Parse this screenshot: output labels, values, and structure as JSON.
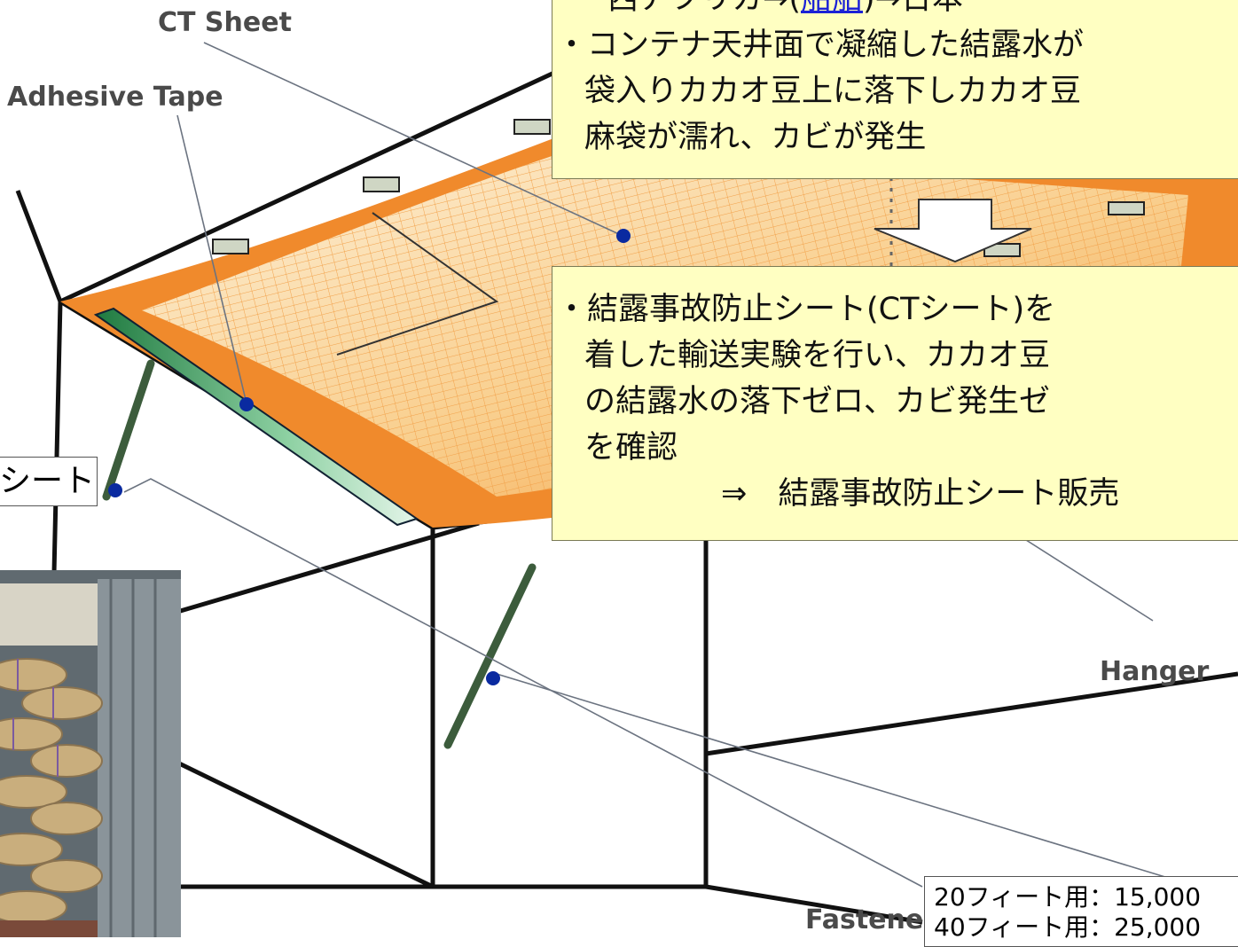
{
  "labels": {
    "ct_sheet": "CT Sheet",
    "adhesive_tape": "Adhesive Tape",
    "hanger": "Hanger",
    "fastener": "Fastener"
  },
  "note_top": {
    "route_prefix": "西アフリカ→(",
    "route_ship": "船舶",
    "route_suffix": ")→日本",
    "bullet": "コンテナ天井面で凝縮した結露水が",
    "line2": "袋入りカカオ豆上に落下しカカオ豆",
    "line3": "麻袋が濡れ、カビが発生"
  },
  "note_bottom": {
    "bullet": "結露事故防止シート(CTシート)を",
    "line2": "着した輸送実験を行い、カカオ豆",
    "line3": "の結露水の落下ゼロ、カビ発生ゼ",
    "line4": "を確認",
    "line5": "⇒　結露事故防止シート販売"
  },
  "sheet_tag": "シート",
  "price": {
    "line1": "20フィート用：15,000",
    "line2": "40フィート用：25,000"
  },
  "colors": {
    "sheet_orange": "#f08a2c",
    "sheet_light": "#fbe7c4",
    "tape_green": "#2f8a4c",
    "note_bg": "#ffffc2",
    "marker_blue": "#0a2aa0",
    "highlight_red": "#e2272b"
  },
  "icons": {
    "down_arrow": "down-arrow-icon",
    "highlight_ellipse": "highlight-ellipse"
  }
}
